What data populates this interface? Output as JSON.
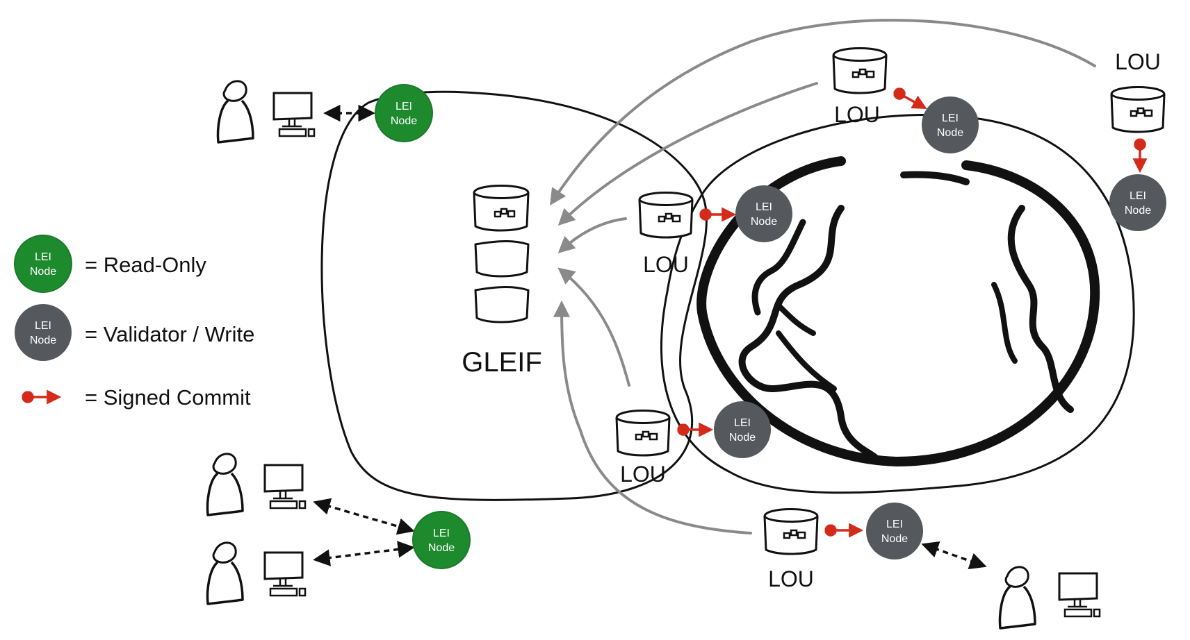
{
  "colors": {
    "read_only_node": "#1e8a2e",
    "validator_node": "#55585d",
    "signed_commit": "#d42a1a",
    "gray_arrow": "#8a8a8a",
    "ink": "#111111"
  },
  "node": {
    "line1": "LEI",
    "line2": "Node"
  },
  "lou_label": "LOU",
  "gleif_label": "GLEIF",
  "legend": {
    "read_only": "= Read-Only",
    "validator": "= Validator / Write",
    "signed_commit": "= Signed Commit"
  },
  "icons": [
    "user-icon",
    "computer-icon",
    "database-icon",
    "globe-icon"
  ]
}
